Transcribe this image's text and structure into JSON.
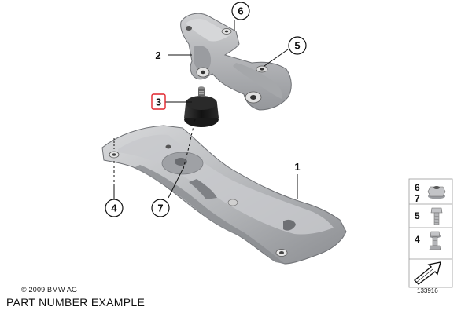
{
  "callouts": [
    {
      "label": "6",
      "style": "circle"
    },
    {
      "label": "2",
      "style": "plain"
    },
    {
      "label": "5",
      "style": "circle"
    },
    {
      "label": "3",
      "style": "boxed",
      "box_color": "#e0242c"
    },
    {
      "label": "1",
      "style": "plain"
    },
    {
      "label": "4",
      "style": "circle"
    },
    {
      "label": "7",
      "style": "circle"
    }
  ],
  "legend": {
    "items": [
      {
        "labels": [
          "6",
          "7"
        ],
        "icon": "flange-nut-icon"
      },
      {
        "labels": [
          "5"
        ],
        "icon": "hex-bolt-icon"
      },
      {
        "labels": [
          "4"
        ],
        "icon": "flange-bolt-icon"
      }
    ],
    "footer_icon": "arrow-icon"
  },
  "copyright": "© 2009 BMW AG",
  "caption": "PART NUMBER EXAMPLE",
  "image_number": "133916",
  "colors": {
    "part_fill": "#b9bbbe",
    "part_shadow": "#8e9094",
    "rubber": "#1b1b1b",
    "callout_highlight": "#e0242c"
  }
}
